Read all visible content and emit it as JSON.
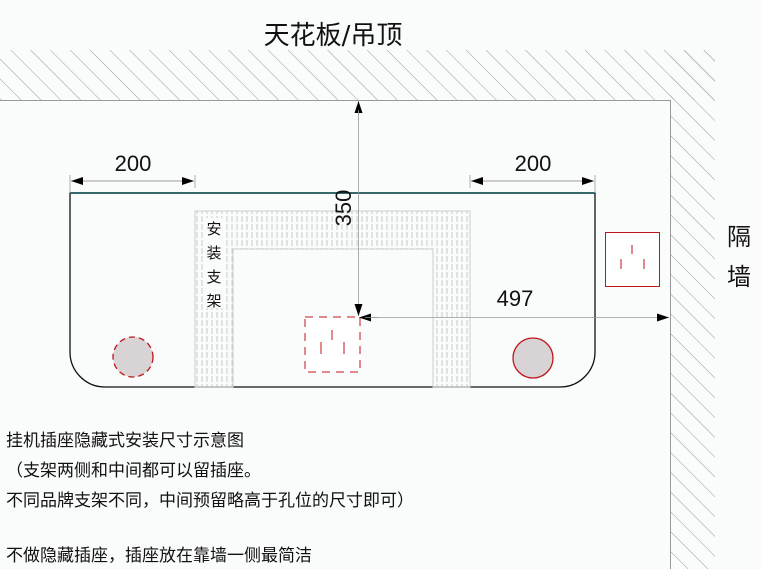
{
  "title": "天花板/吊顶",
  "wall_label": [
    "隔",
    "墙"
  ],
  "bracket_label": [
    "安",
    "装",
    "支",
    "架"
  ],
  "dimensions": {
    "left_margin": "200",
    "right_margin": "200",
    "ceiling_to_socket": "350",
    "socket_to_wall": "497"
  },
  "notes": [
    "挂机插座隐藏式安装尺寸示意图",
    "（支架两侧和中间都可以留插座。",
    "不同品牌支架不同，中间预留略高于孔位的尺寸即可）",
    "不做隐藏插座，插座放在靠墙一侧最简洁"
  ],
  "colors": {
    "accent": "#c0161b",
    "hatch": "#9a9a9a",
    "pipe_fill": "#d8d3d4"
  }
}
